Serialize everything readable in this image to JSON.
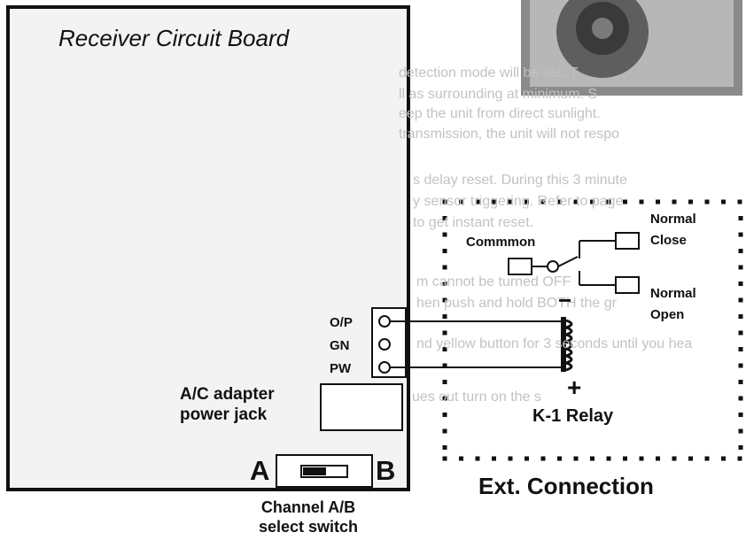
{
  "board": {
    "title": "Receiver Circuit Board",
    "pins": [
      "O/P",
      "GN",
      "PW"
    ],
    "jack_label_line1": "A/C adapter",
    "jack_label_line2": "power jack",
    "switch_left": "A",
    "switch_right": "B",
    "switch_caption_line1": "Channel A/B",
    "switch_caption_line2": "select switch"
  },
  "relay": {
    "common": "Commmon",
    "nc_line1": "Normal",
    "nc_line2": "Close",
    "no_line1": "Normal",
    "no_line2": "Open",
    "plus": "+",
    "minus": "−",
    "name": "K-1 Relay"
  },
  "external_caption": "Ext. Connection",
  "background_text": [
    "detection mode will be set. T",
    "ll as surrounding at minimum. S",
    "eep the unit from direct sunlight.",
    "transmission, the unit will not respo",
    "s delay reset. During this 3 minute",
    "y sensor triggering. Refer to page",
    "to get instant reset.",
    "m cannot be turned OFF",
    "hen push and hold BOTH the gr",
    "nd yellow button for 3 seconds until you hea",
    "ues out turn on the s"
  ],
  "colors": {
    "line": "#111111",
    "board_fill": "#f3f3f3",
    "ghost_text": "#c2c2c2"
  }
}
